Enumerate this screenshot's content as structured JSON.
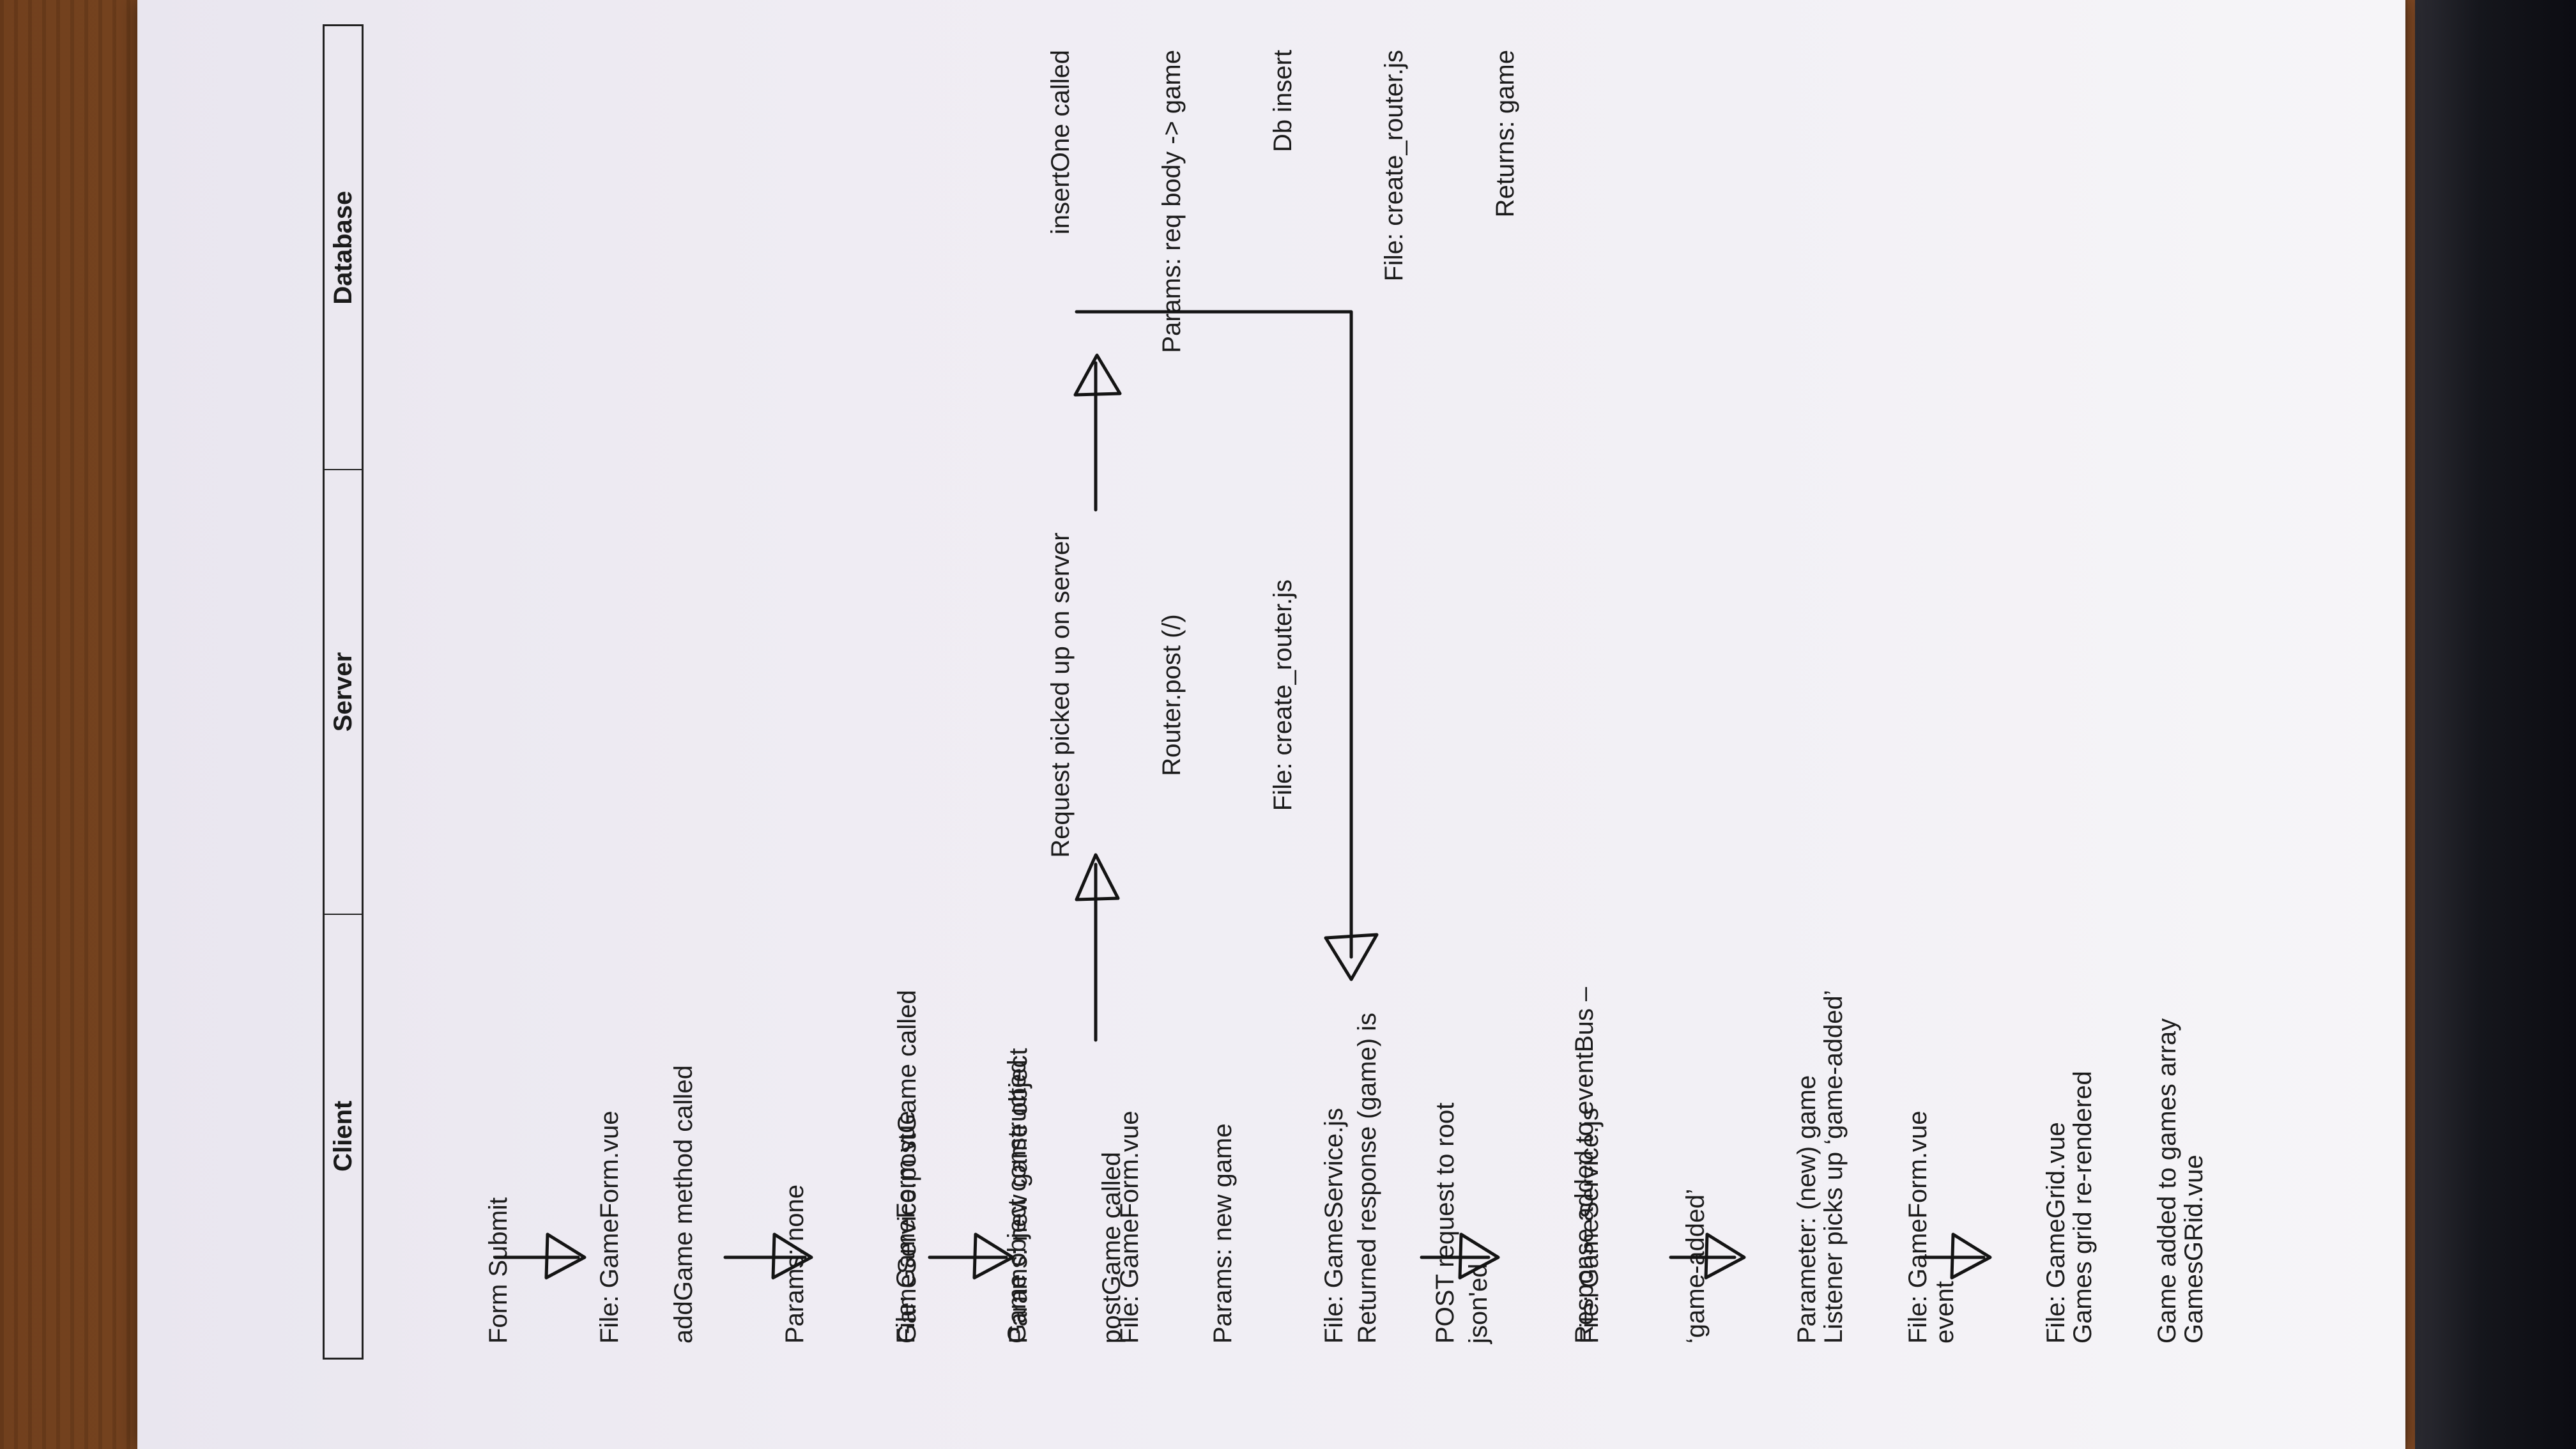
{
  "lanes": [
    "Client",
    "Server",
    "Database"
  ],
  "steps": {
    "form_submit": [
      "Form Submit",
      "File: GameForm.vue"
    ],
    "add_game": [
      "addGame method called",
      "Params: none",
      "File: GameForm.vue",
      "Game object constructed"
    ],
    "service_post": [
      "GameService.postGame called",
      "Params: new game object",
      "File: GameForm.vue"
    ],
    "post_game": [
      "postGame called",
      "Params: new game",
      "File: GameService.js",
      "POST request to root"
    ],
    "server_request": [
      "Request picked up on server",
      "Router.post (/)",
      "File: create_router.js"
    ],
    "db_insert": [
      "insertOne called",
      "Params: req body -> game",
      "Db insert",
      "File: create_router.js",
      "Returns: game"
    ],
    "returned": [
      "Returned response (game) is",
      "json'ed",
      "File: GameService.js"
    ],
    "event_bus": [
      "Response added to eventBus –",
      "‘game-added’",
      "Parameter: (new) game",
      "File: GameForm.vue"
    ],
    "listener": [
      "Listener picks up ‘game-added’",
      "event",
      "File: GameGrid.vue",
      "Game added to games array"
    ],
    "rerender": [
      "Games grid re-rendered",
      "GamesGRid.vue"
    ]
  }
}
